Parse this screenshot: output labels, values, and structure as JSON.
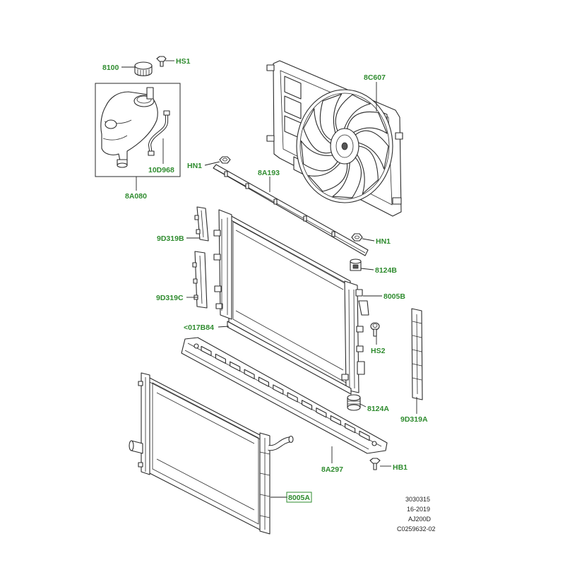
{
  "callouts": {
    "cap": "8100",
    "cap_screw": "HS1",
    "fan": "8C607",
    "nut_left": "HN1",
    "upper_seal": "8A193",
    "hose": "10D968",
    "reservoir": "8A080",
    "deflector_b": "9D319B",
    "nut_right": "HN1",
    "mount_upper": "8124B",
    "deflector_c": "9D319C",
    "radiator": "8005B",
    "lower_seal": "<017B84",
    "sensor": "HS2",
    "mount_lower": "8124A",
    "deflector_a": "9D319A",
    "bolt": "HB1",
    "crossmember": "8A297",
    "condenser": "8005A"
  },
  "reference": [
    "3030315",
    "16-2019",
    "AJ200D",
    "C0259632-02"
  ],
  "colors": {
    "callout": "#2e8b2e",
    "line": "#222222"
  }
}
